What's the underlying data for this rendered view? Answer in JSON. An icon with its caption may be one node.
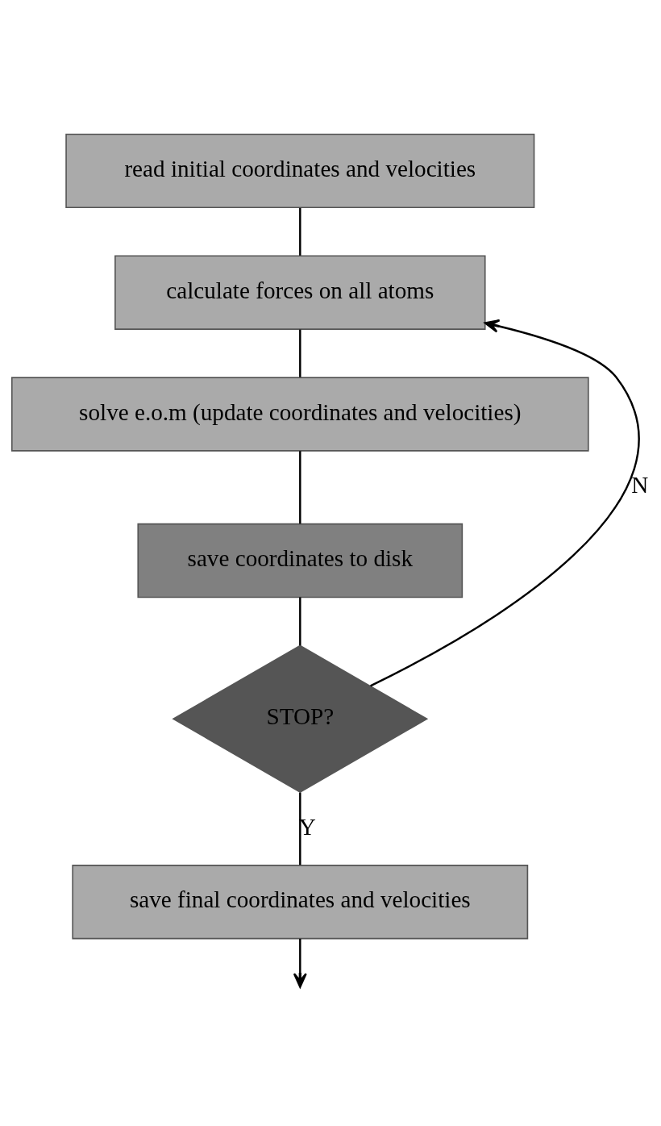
{
  "diagram": {
    "nodes": [
      {
        "text": [
          "read initial coordinates and velocities"
        ]
      },
      {
        "text": [
          "calculate forces on all atoms"
        ]
      },
      {
        "text": [
          "solve e.o.m (update coordinates and velocities)"
        ]
      },
      {
        "text": [
          "save coordinates to disk"
        ]
      },
      {
        "text": [
          "STOP?"
        ]
      },
      {
        "text": [
          "save final coordinates and velocities"
        ]
      }
    ],
    "edges": [
      {
        "from": 0,
        "to": 1,
        "arrow": "none"
      },
      {
        "from": 4,
        "to": 1,
        "arrow": "to",
        "label": "N"
      },
      {
        "from": 1,
        "to": 2,
        "arrow": "none"
      },
      {
        "from": 2,
        "to": 3,
        "arrow": "none"
      },
      {
        "from": 3,
        "to": 4,
        "arrow": "none"
      },
      {
        "from": 4,
        "to": 5,
        "arrow": "none",
        "label": "Y"
      },
      {
        "from": 5,
        "to": null,
        "arrow": "to"
      }
    ]
  }
}
